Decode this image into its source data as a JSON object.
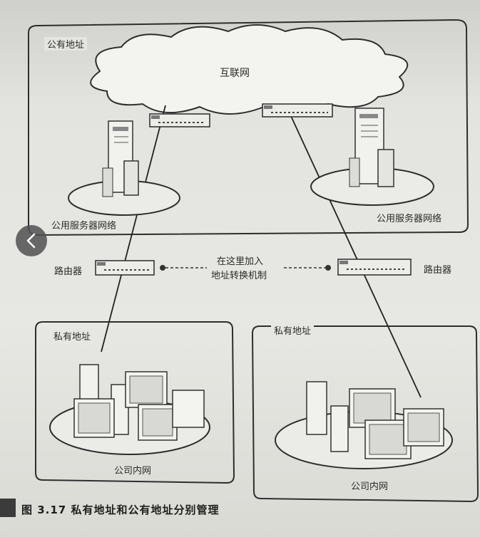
{
  "labels": {
    "public_address": "公有地址",
    "internet": "互联网",
    "public_server_left": "公用服务器网络",
    "public_server_right": "公用服务器网络",
    "router_left": "路由器",
    "router_right": "路由器",
    "nat_line1": "在这里加入",
    "nat_line2": "地址转换机制",
    "private_left": "私有地址",
    "private_right": "私有地址",
    "company_left": "公司内网",
    "company_right": "公司内网"
  },
  "caption": "图 3.17  私有地址和公有地址分别管理",
  "nav": {
    "icon": "chevron-left-icon"
  }
}
